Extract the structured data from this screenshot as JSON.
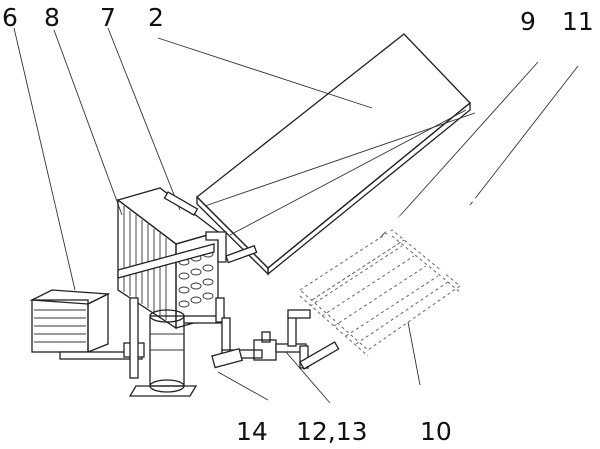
{
  "labels": {
    "l6": "6",
    "l8": "8",
    "l7": "7",
    "l2": "2",
    "l9": "9",
    "l11": "11",
    "l14": "14",
    "l12_13": "12,13",
    "l10": "10"
  }
}
